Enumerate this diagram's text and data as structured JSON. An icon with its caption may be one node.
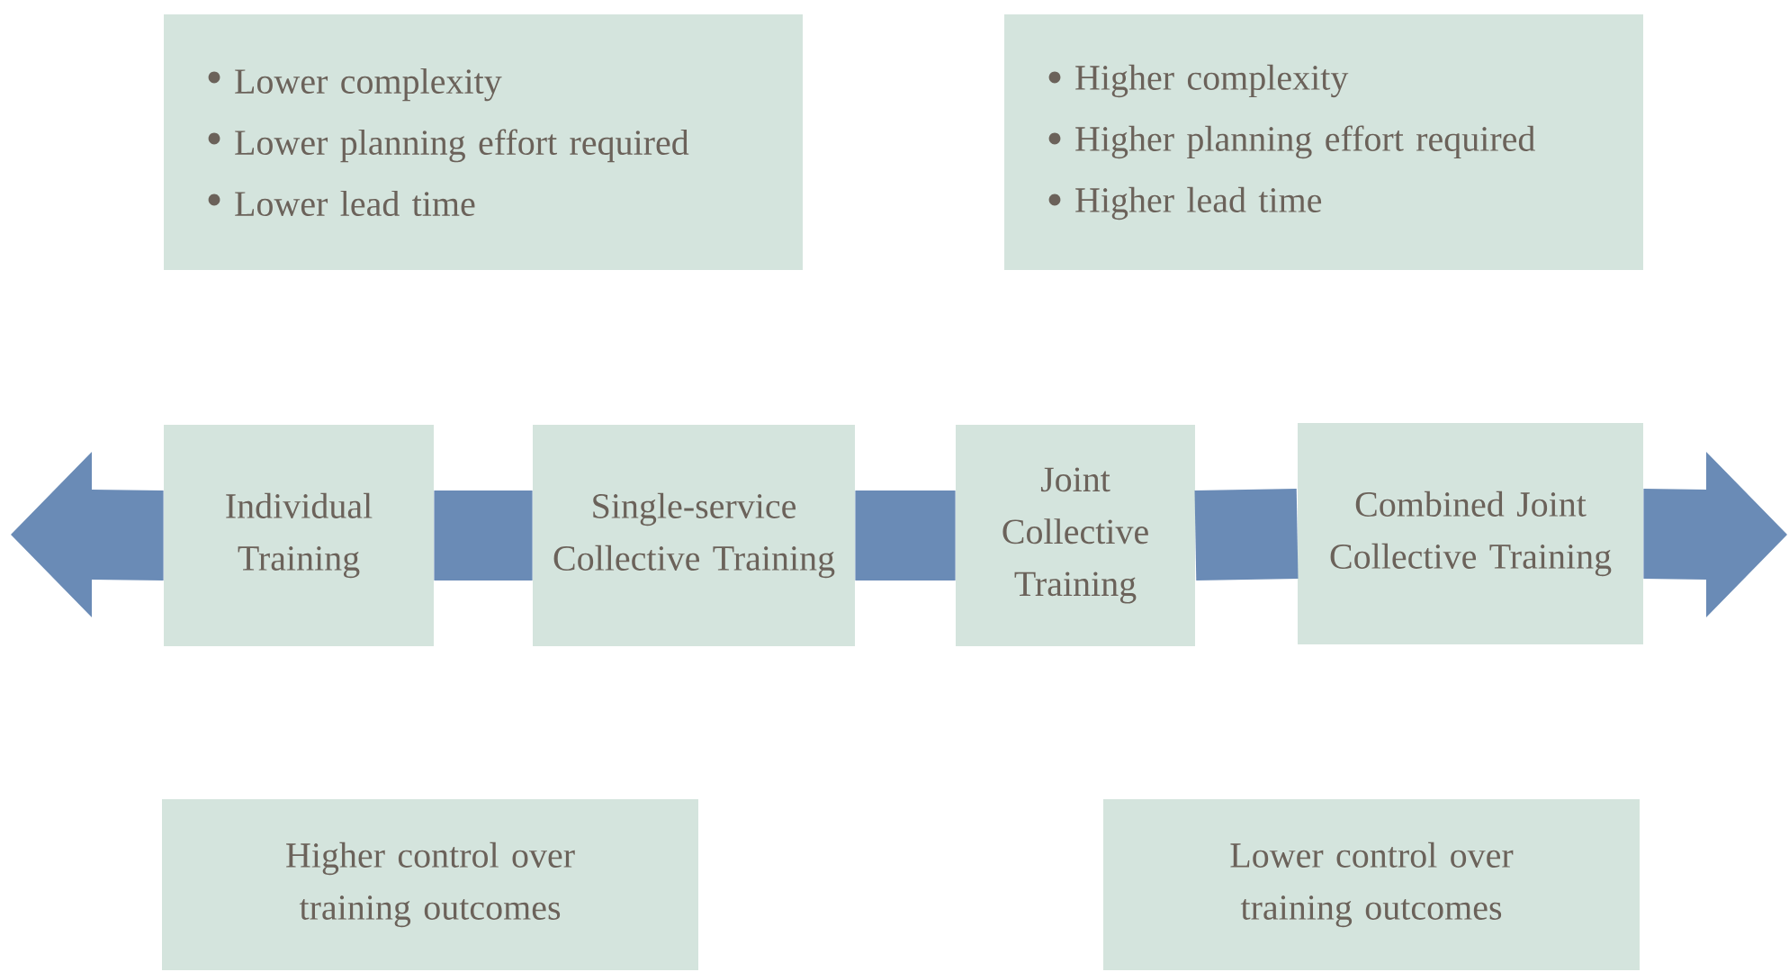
{
  "diagram": {
    "nodes": [
      {
        "text": [
          "Lower complexity",
          "Lower planning effort required",
          "Lower lead time"
        ]
      },
      {
        "text": [
          "Higher complexity",
          "Higher planning effort required",
          "Higher lead time"
        ]
      },
      {
        "text": [
          "Individual Training"
        ]
      },
      {
        "text": [
          "Single-service Collective Training"
        ]
      },
      {
        "text": [
          "Joint Collective Training"
        ]
      },
      {
        "text": [
          "Combined Joint Collective Training"
        ]
      },
      {
        "text": [
          "Higher control over training outcomes"
        ]
      },
      {
        "text": [
          "Lower control over training outcomes"
        ]
      }
    ],
    "edges": [
      {
        "from": 2,
        "to": 3,
        "arrow": "none"
      },
      {
        "from": 3,
        "to": 4,
        "arrow": "none"
      },
      {
        "from": 4,
        "to": 5,
        "arrow": "none"
      },
      {
        "from": 2,
        "to": null,
        "arrow": "to"
      },
      {
        "from": 5,
        "to": null,
        "arrow": "to"
      }
    ]
  }
}
